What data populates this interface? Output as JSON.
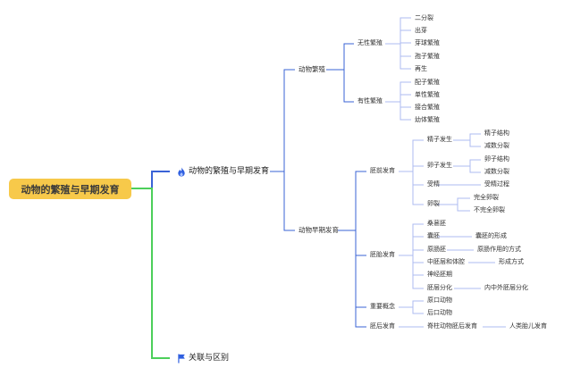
{
  "root": "动物的繁殖与早期发育",
  "branch_main": "动物的繁殖与早期发育",
  "branch_relation": "关联与区别",
  "icons": {
    "branch_main": "flame-icon",
    "branch_relation": "flag-icon"
  },
  "colors": {
    "root_fill": "#f7c94a",
    "link_blue": "#3a63d6",
    "link_green": "#4ccf5a",
    "leaf_line": "#c2ccf0"
  },
  "reproduction": {
    "label": "动物繁殖",
    "asexual": {
      "label": "无性繁殖",
      "items": [
        "二分裂",
        "出芽",
        "芽球繁殖",
        "孢子繁殖",
        "再生"
      ]
    },
    "sexual": {
      "label": "有性繁殖",
      "items": [
        "配子繁殖",
        "单性繁殖",
        "接合繁殖",
        "幼体繁殖"
      ]
    }
  },
  "development": {
    "label": "动物早期发育",
    "pre_embryo": {
      "label": "胚前发育",
      "sperm": {
        "label": "精子发生",
        "items": [
          "精子结构",
          "减数分裂"
        ]
      },
      "egg": {
        "label": "卵子发生",
        "items": [
          "卵子结构",
          "减数分裂"
        ]
      },
      "fertilization": {
        "label": "受精",
        "item": "受精过程"
      },
      "cleavage": {
        "label": "卵裂",
        "items": [
          "完全卵裂",
          "不完全卵裂"
        ]
      }
    },
    "embryo": {
      "label": "胚胎发育",
      "morula": "桑葚胚",
      "blastula": {
        "label": "囊胚",
        "item": "囊胚的形成"
      },
      "gastrula": {
        "label": "原肠胚",
        "item": "原肠作用的方式"
      },
      "mesoderm": {
        "label": "中胚层和体腔",
        "item": "形成方式"
      },
      "neurula": "神经胚期",
      "germ_layer": {
        "label": "胚层分化",
        "item": "内中外胚层分化"
      }
    },
    "concepts": {
      "label": "重要概念",
      "items": [
        "原口动物",
        "后口动物"
      ]
    },
    "post_embryo": {
      "label": "胚后发育",
      "vertebrate": {
        "label": "脊柱动物胚后发育",
        "item": "人类胎儿发育"
      }
    }
  }
}
